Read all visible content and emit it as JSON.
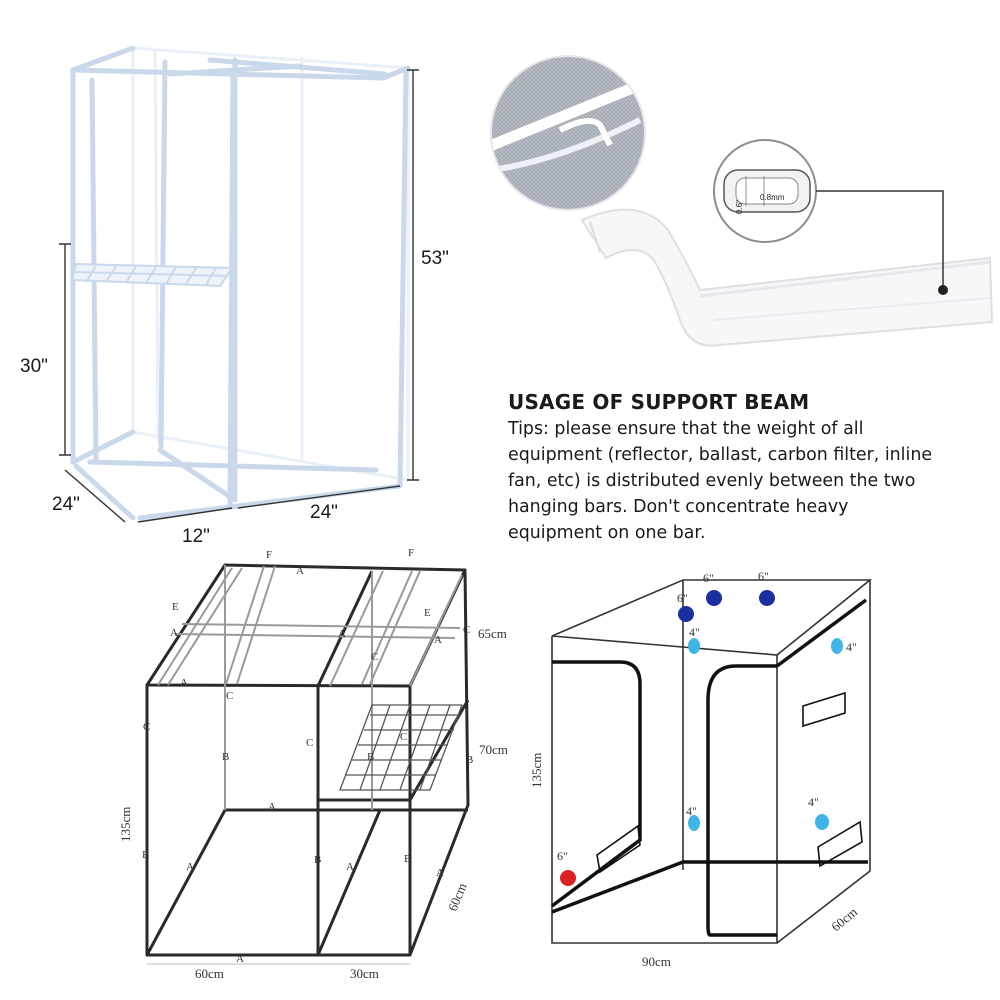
{
  "top_frame": {
    "dims": {
      "height_full": "53\"",
      "height_shelf": "30\"",
      "depth": "24\"",
      "width_left": "12\"",
      "width_right": "24\""
    }
  },
  "support_beam": {
    "inner_thickness": "0.8mm",
    "outer_thickness": "0.6\"",
    "title": "USAGE OF SUPPORT BEAM",
    "tips": "Tips: please ensure that the weight of all equipment (reflector, ballast, carbon filter, inline fan, etc) is distributed evenly between the two hanging bars. Don't concentrate heavy equipment on one bar."
  },
  "frame_diagram": {
    "part_letters": {
      "a": "A",
      "b": "B",
      "c": "C",
      "e": "E",
      "f": "F"
    },
    "dims": {
      "height": "135cm",
      "width_left": "60cm",
      "width_right": "30cm",
      "depth": "60cm",
      "upper_section": "65cm",
      "lower_section": "70cm"
    }
  },
  "tent_diagram": {
    "dims": {
      "height": "135cm",
      "width": "90cm",
      "depth": "60cm"
    },
    "port_labels": {
      "six": "6\"",
      "four": "4\""
    },
    "colors": {
      "six_inch_top": "#1a2fa0",
      "four_inch": "#3fb4e6",
      "six_inch_bottom": "#dd2222"
    }
  }
}
